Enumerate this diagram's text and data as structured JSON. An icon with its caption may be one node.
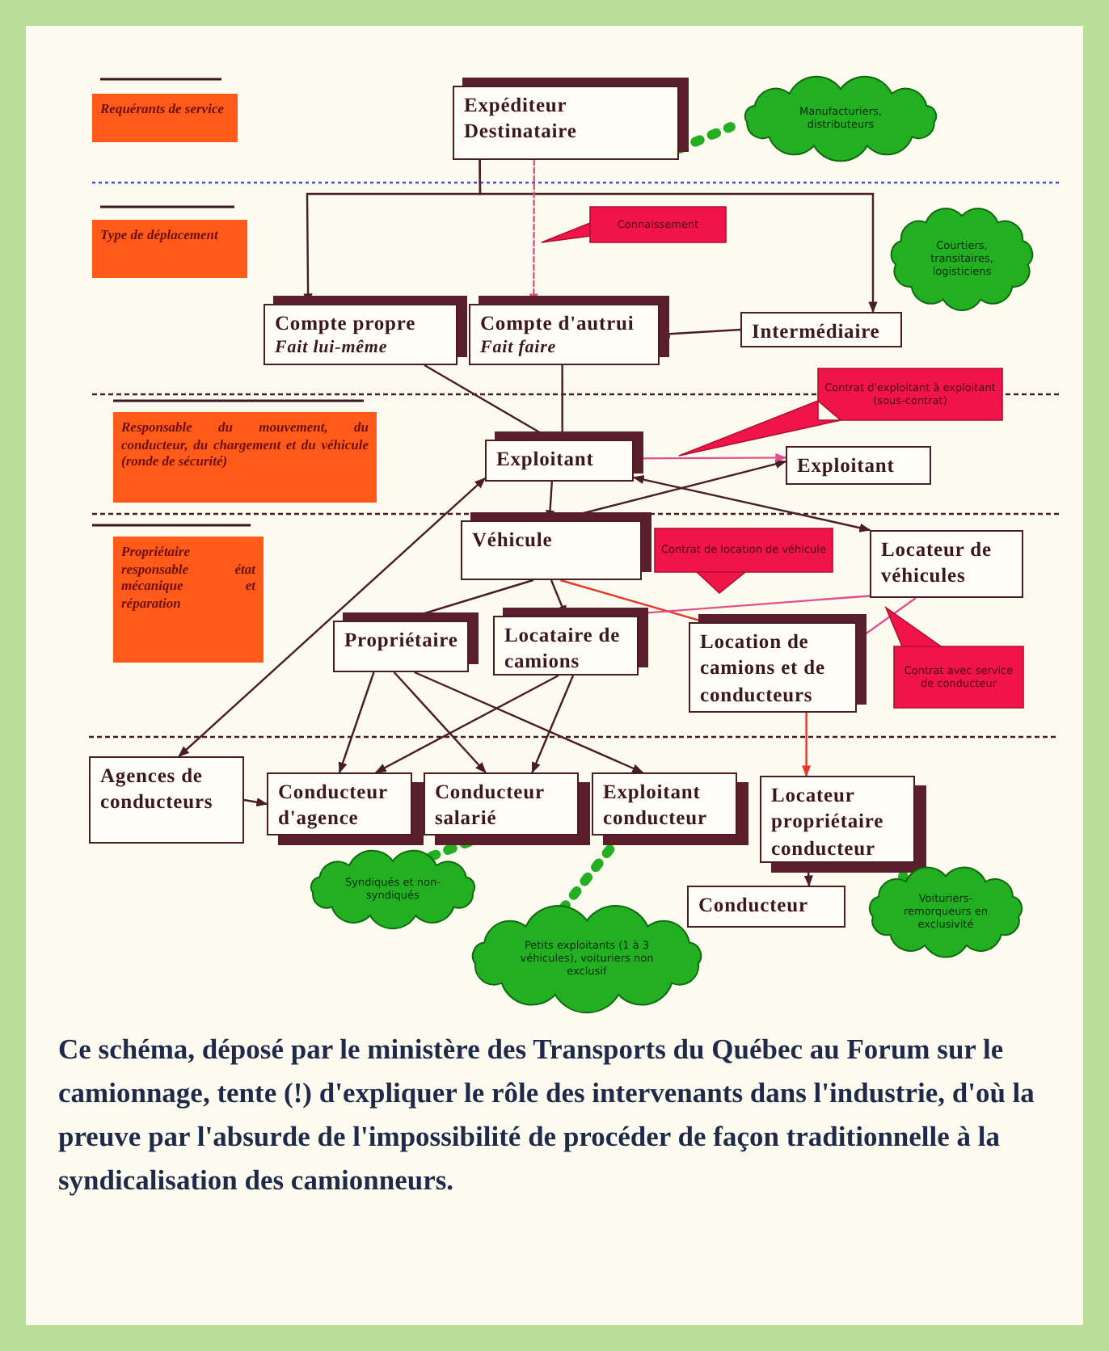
{
  "diagram": {
    "caption": "Ce schéma, déposé par le ministère des Transports du Québec au Forum sur le camionnage, tente (!) d'expliquer le rôle des intervenants dans l'industrie, d'où la preuve par l'absurde de l'impossibilité de procéder de façon traditionnelle à la syndicalisation des camionneurs.",
    "nodes": [
      {
        "text": [
          "Expéditeur Destinataire"
        ]
      },
      {
        "text": [
          "Manufacturiers, distributeurs"
        ]
      },
      {
        "text": [
          "Requérants de service"
        ]
      },
      {
        "text": [
          "Type de déplacement"
        ]
      },
      {
        "text": [
          "Connaissement"
        ]
      },
      {
        "text": [
          "Courtiers, transitaires, logisticiens"
        ]
      },
      {
        "text": [
          "Compte propre",
          "Fait lui-même"
        ]
      },
      {
        "text": [
          "Compte d'autrui",
          "Fait faire"
        ]
      },
      {
        "text": [
          "Intermédiaire"
        ]
      },
      {
        "text": [
          "Contrat d'exploitant à exploitant (sous-contrat)"
        ]
      },
      {
        "text": [
          "Responsable du mouvement, du conducteur, du chargement et du véhicule (ronde de sécurité)"
        ]
      },
      {
        "text": [
          "Exploitant"
        ]
      },
      {
        "text": [
          "Exploitant"
        ]
      },
      {
        "text": [
          "Propriétaire responsable état mécanique et réparation"
        ]
      },
      {
        "text": [
          "Véhicule"
        ]
      },
      {
        "text": [
          "Contrat de location de véhicule"
        ]
      },
      {
        "text": [
          "Locateur de véhicules"
        ]
      },
      {
        "text": [
          "Propriétaire"
        ]
      },
      {
        "text": [
          "Locataire de camions"
        ]
      },
      {
        "text": [
          "Location de camions et de conducteurs"
        ]
      },
      {
        "text": [
          "Contrat avec service de conducteur"
        ]
      },
      {
        "text": [
          "Agences de conducteurs"
        ]
      },
      {
        "text": [
          "Conducteur d'agence"
        ]
      },
      {
        "text": [
          "Conducteur salarié"
        ]
      },
      {
        "text": [
          "Exploitant conducteur"
        ]
      },
      {
        "text": [
          "Locateur propriétaire conducteur"
        ]
      },
      {
        "text": [
          "Syndiqués et non-syndiqués"
        ]
      },
      {
        "text": [
          "Conducteur"
        ]
      },
      {
        "text": [
          "Voituriers-remorqueurs en exclusivité"
        ]
      },
      {
        "text": [
          "Petits exploitants (1 à 3 véhicules), voituriers non exclusif"
        ]
      }
    ],
    "edges": [
      {
        "from": 0,
        "to": 1,
        "arrow": "none",
        "style": "dashed",
        "color": "#22b022"
      },
      {
        "from": 0,
        "to": 6,
        "arrow": "to"
      },
      {
        "from": 0,
        "to": 8,
        "arrow": "to"
      },
      {
        "from": 0,
        "to": 7,
        "arrow": "to",
        "style": "dashed",
        "color": "#e0508c"
      },
      {
        "from": 8,
        "to": 7,
        "arrow": "to"
      },
      {
        "from": 7,
        "to": 11,
        "arrow": "other"
      },
      {
        "from": 6,
        "to": 11,
        "arrow": "other"
      },
      {
        "from": 11,
        "to": 14,
        "arrow": "to"
      },
      {
        "from": 12,
        "to": 14,
        "arrow": "both"
      },
      {
        "from": 11,
        "to": 12,
        "arrow": "to",
        "color": "#e0508c"
      },
      {
        "from": 16,
        "to": 11,
        "arrow": "both"
      },
      {
        "from": 14,
        "to": 17,
        "arrow": "other"
      },
      {
        "from": 14,
        "to": 18,
        "arrow": "to"
      },
      {
        "from": 14,
        "to": 19,
        "arrow": "other",
        "color": "#e03a2a"
      },
      {
        "from": 16,
        "to": 18,
        "arrow": "none",
        "color": "#e0508c"
      },
      {
        "from": 16,
        "to": 19,
        "arrow": "none",
        "color": "#e0508c"
      },
      {
        "from": 21,
        "to": 11,
        "arrow": "both"
      },
      {
        "from": 21,
        "to": 22,
        "arrow": "to"
      },
      {
        "from": 17,
        "to": 22,
        "arrow": "to"
      },
      {
        "from": 17,
        "to": 23,
        "arrow": "to"
      },
      {
        "from": 17,
        "to": 24,
        "arrow": "to"
      },
      {
        "from": 18,
        "to": 22,
        "arrow": "to"
      },
      {
        "from": 18,
        "to": 23,
        "arrow": "to"
      },
      {
        "from": 19,
        "to": 25,
        "arrow": "to",
        "color": "#e03a2a"
      },
      {
        "from": 25,
        "to": 27,
        "arrow": "to"
      },
      {
        "from": 23,
        "to": 26,
        "arrow": "none",
        "style": "dashed",
        "color": "#22b022"
      },
      {
        "from": 24,
        "to": 29,
        "arrow": "none",
        "style": "dashed",
        "color": "#22b022"
      },
      {
        "from": 25,
        "to": 28,
        "arrow": "none",
        "style": "dashed",
        "color": "#22b022"
      }
    ]
  }
}
